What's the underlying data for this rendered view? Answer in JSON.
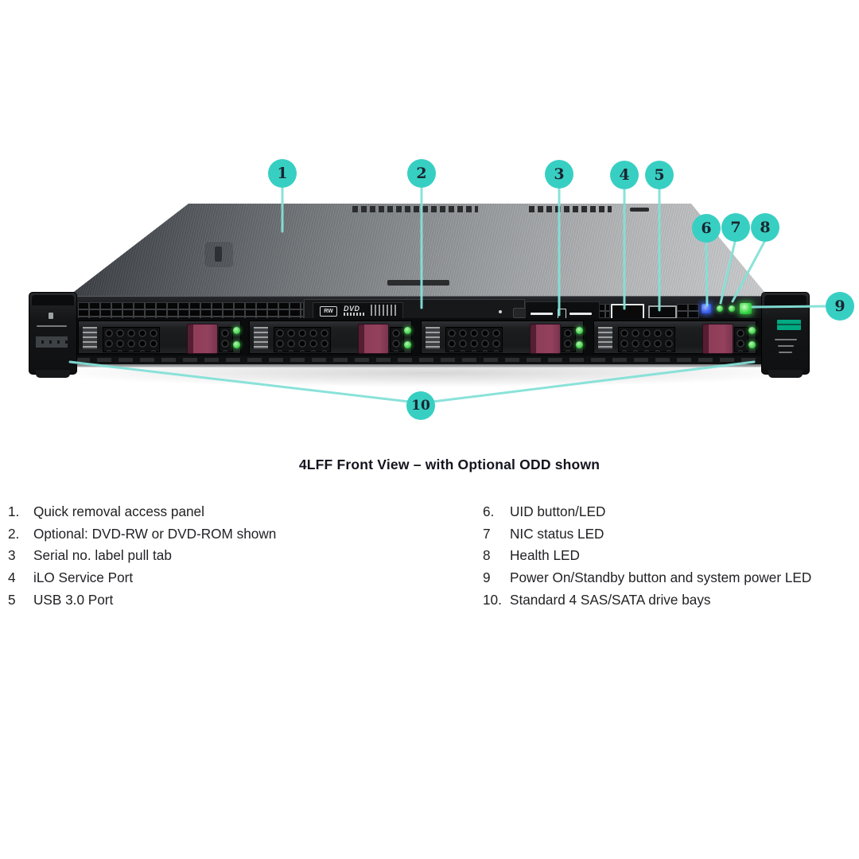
{
  "figure": {
    "title": "4LFF Front View – with Optional ODD shown",
    "callouts": [
      "1",
      "2",
      "3",
      "4",
      "5",
      "6",
      "7",
      "8",
      "9",
      "10"
    ]
  },
  "legend": {
    "left": [
      {
        "num": "1.",
        "text": "Quick removal access panel"
      },
      {
        "num": "2.",
        "text": "Optional: DVD-RW or DVD-ROM shown"
      },
      {
        "num": "3",
        "text": "Serial no. label pull tab"
      },
      {
        "num": "4",
        "text": "iLO Service Port"
      },
      {
        "num": "5",
        "text": "USB 3.0 Port"
      }
    ],
    "right": [
      {
        "num": "6.",
        "text": "UID button/LED"
      },
      {
        "num": "7",
        "text": "NIC status LED"
      },
      {
        "num": "8",
        "text": "Health LED"
      },
      {
        "num": "9",
        "text": "Power On/Standby button and system power LED"
      },
      {
        "num": "10.",
        "text": "Standard 4 SAS/SATA drive bays"
      }
    ]
  },
  "server": {
    "odd_logo_rw": "RW",
    "odd_logo_dvd": "DVD"
  },
  "colors": {
    "callout_fill": "#38cfc3",
    "callout_number": "#1a252f",
    "callout_line": "#84e1d8",
    "hpe_green": "#00a982",
    "drive_latch_maroon": "#8e3d59",
    "led_green": "#3ed14b",
    "uid_led_blue": "#3a62f0"
  }
}
